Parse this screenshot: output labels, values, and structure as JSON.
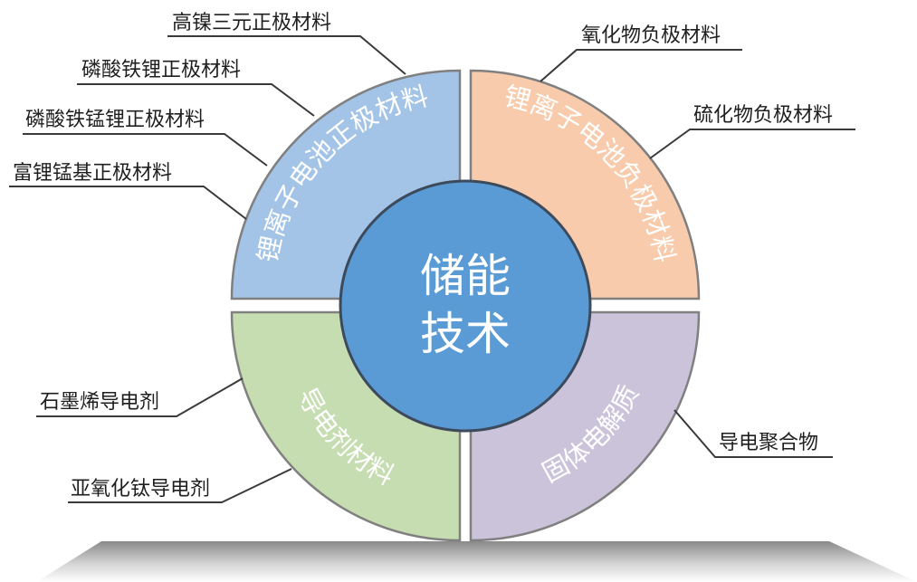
{
  "center": {
    "line1": "储能",
    "line2": "技术"
  },
  "quadrants": {
    "top_left": {
      "label": "锂离子电池正极材料",
      "color": "#a3c4e6"
    },
    "top_right": {
      "label": "锂离子电池负极材料",
      "color": "#f7cbab"
    },
    "bottom_left": {
      "label": "导电剂材料",
      "color": "#c6ddb1"
    },
    "bottom_right": {
      "label": "固体电解质",
      "color": "#cbc3da"
    }
  },
  "center_color": "#5b9bd5",
  "left_labels": [
    "高镍三元正极材料",
    "磷酸铁锂正极材料",
    "磷酸铁锰锂正极材料",
    "富锂锰基正极材料",
    "石墨烯导电剂",
    "亚氧化钛导电剂"
  ],
  "right_labels": [
    "氧化物负极材料",
    "硫化物负极材料",
    "导电聚合物"
  ]
}
